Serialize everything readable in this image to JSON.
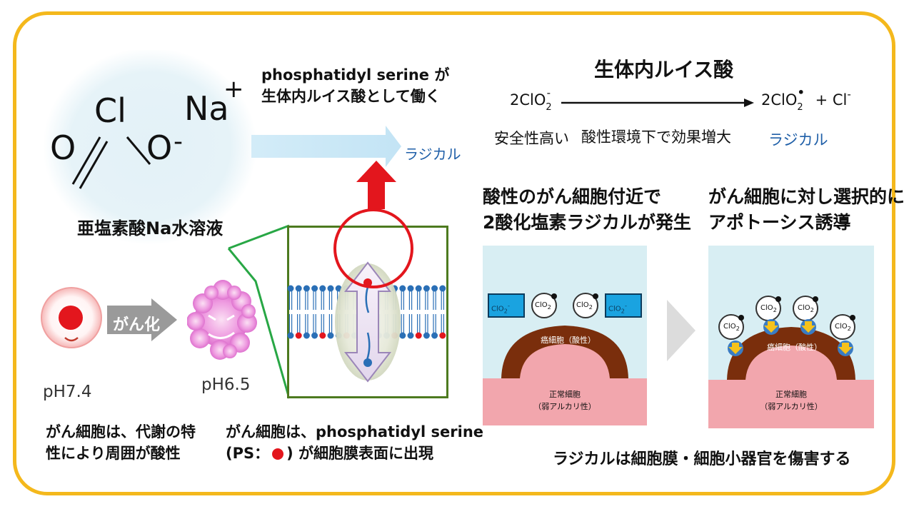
{
  "molecule": {
    "caption": "亜塩素酸Na水溶液",
    "atom_o1": "O",
    "atom_cl": "Cl",
    "atom_o2": "O",
    "minus": "-",
    "na": "Na",
    "plus": "+"
  },
  "top_arrow": {
    "line1": "phosphatidyl serine が",
    "line2": "生体内ルイス酸として働く",
    "radical": "ラジカル"
  },
  "left_bottom": {
    "ph_normal": "pH7.4",
    "cancerize": "がん化",
    "ph_cancer": "pH6.5",
    "caption1_l1": "がん細胞は、代謝の特",
    "caption1_l2": "性により周囲が酸性",
    "caption2_l1": "がん細胞は、phosphatidyl serine",
    "caption2_l2a": "(PS：",
    "caption2_l2b": ") が細胞膜表面に出現"
  },
  "reaction": {
    "title": "生体内ルイス酸",
    "reactant": "2ClO",
    "reactant_sub": "2",
    "reactant_sup": "-",
    "product": "2ClO",
    "product_sub": "2",
    "product_sup": "•",
    "plus_cl": "+ Cl",
    "cl_sup": "-",
    "condition": "酸性環境下で効果増大",
    "safety": "安全性高い",
    "radical": "ラジカル"
  },
  "panel_left": {
    "title_l1": "酸性のがん細胞付近で",
    "title_l2": "2酸化塩素ラジカルが発生",
    "cancer_label": "癌細胞（酸性）",
    "normal_l1": "正常細胞",
    "normal_l2": "（弱アルカリ性）",
    "box_label": "ClO",
    "box_sub": "2",
    "box_sup": "-",
    "circle_label": "ClO",
    "circle_sub": "2"
  },
  "panel_right": {
    "title_l1": "がん細胞に対し選択的に",
    "title_l2": "アポトーシス誘導",
    "cancer_label": "癌細胞（酸性）",
    "normal_l1": "正常細胞",
    "normal_l2": "（弱アルカリ性）",
    "circle_label": "ClO",
    "circle_sub": "2"
  },
  "bottom_caption": "ラジカルは細胞膜・細胞小器官を傷害する",
  "colors": {
    "frame": "#f4b81c",
    "radical_blue": "#1f5fa8",
    "red": "#e3161d",
    "panel_bg": "#d8eef3",
    "cancer_brown": "#7a2e0c",
    "normal_pink": "#f2a6ad"
  }
}
